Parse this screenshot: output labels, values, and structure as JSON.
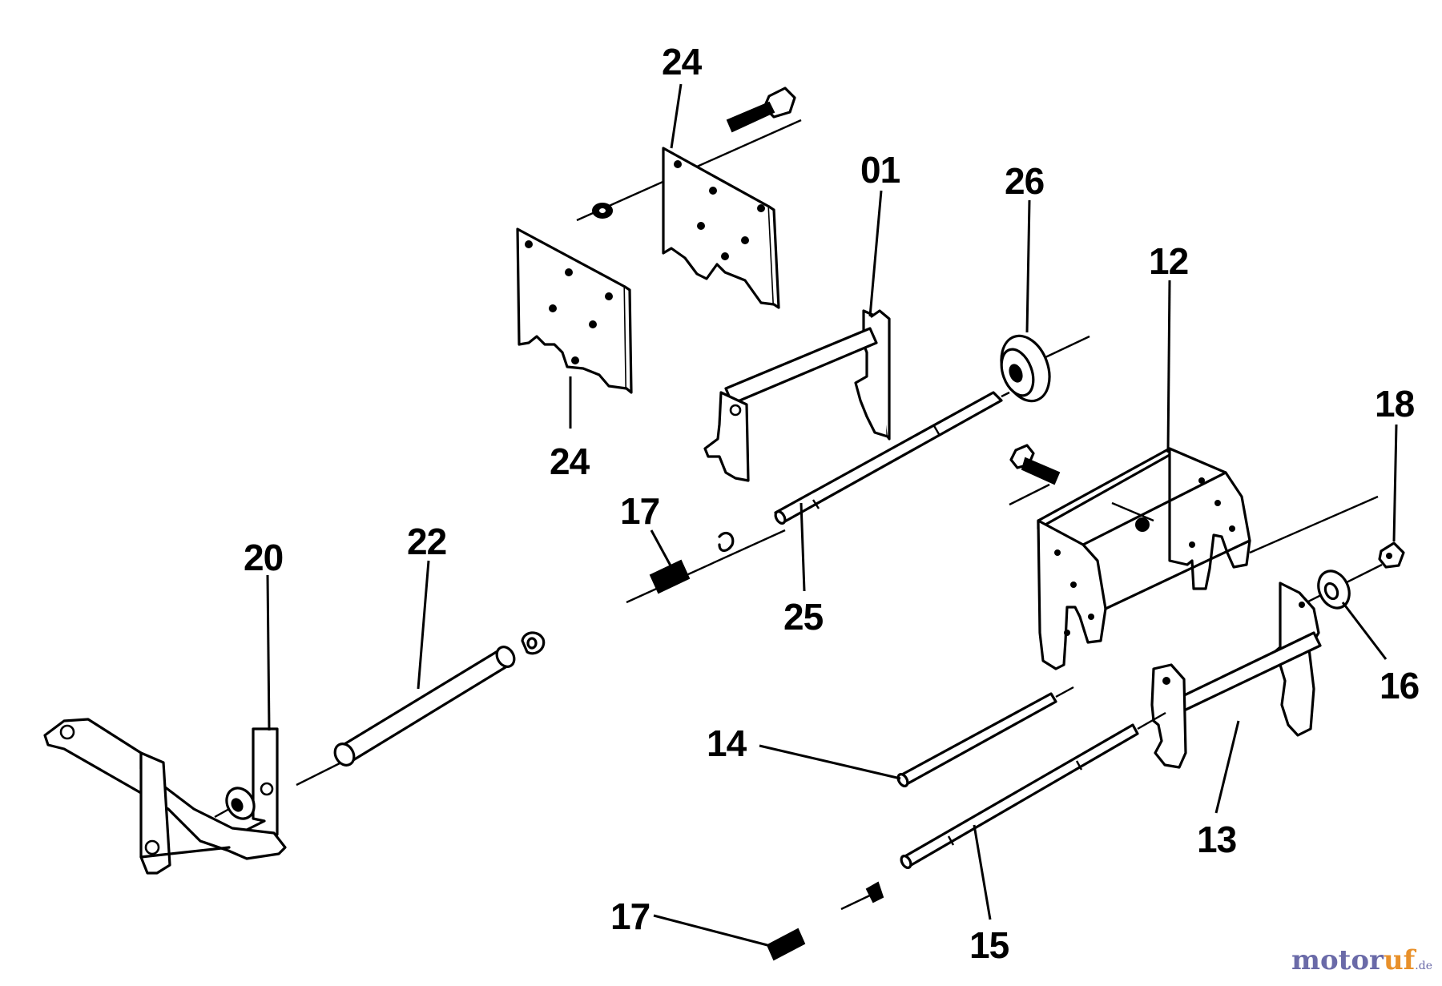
{
  "callouts": {
    "c24_top": "24",
    "c24_bottom": "24",
    "c01": "01",
    "c26": "26",
    "c12": "12",
    "c18": "18",
    "c17_mid": "17",
    "c25": "25",
    "c20": "20",
    "c22": "22",
    "c16": "16",
    "c14": "14",
    "c13": "13",
    "c17_bottom": "17",
    "c15": "15"
  },
  "watermark": {
    "part1": "motor",
    "part2": "uf",
    "part3": ".de"
  },
  "colors": {
    "ink": "#000000",
    "paper": "#ffffff",
    "watermark_blue": "#6a6aa8",
    "watermark_orange": "#e8902a"
  }
}
